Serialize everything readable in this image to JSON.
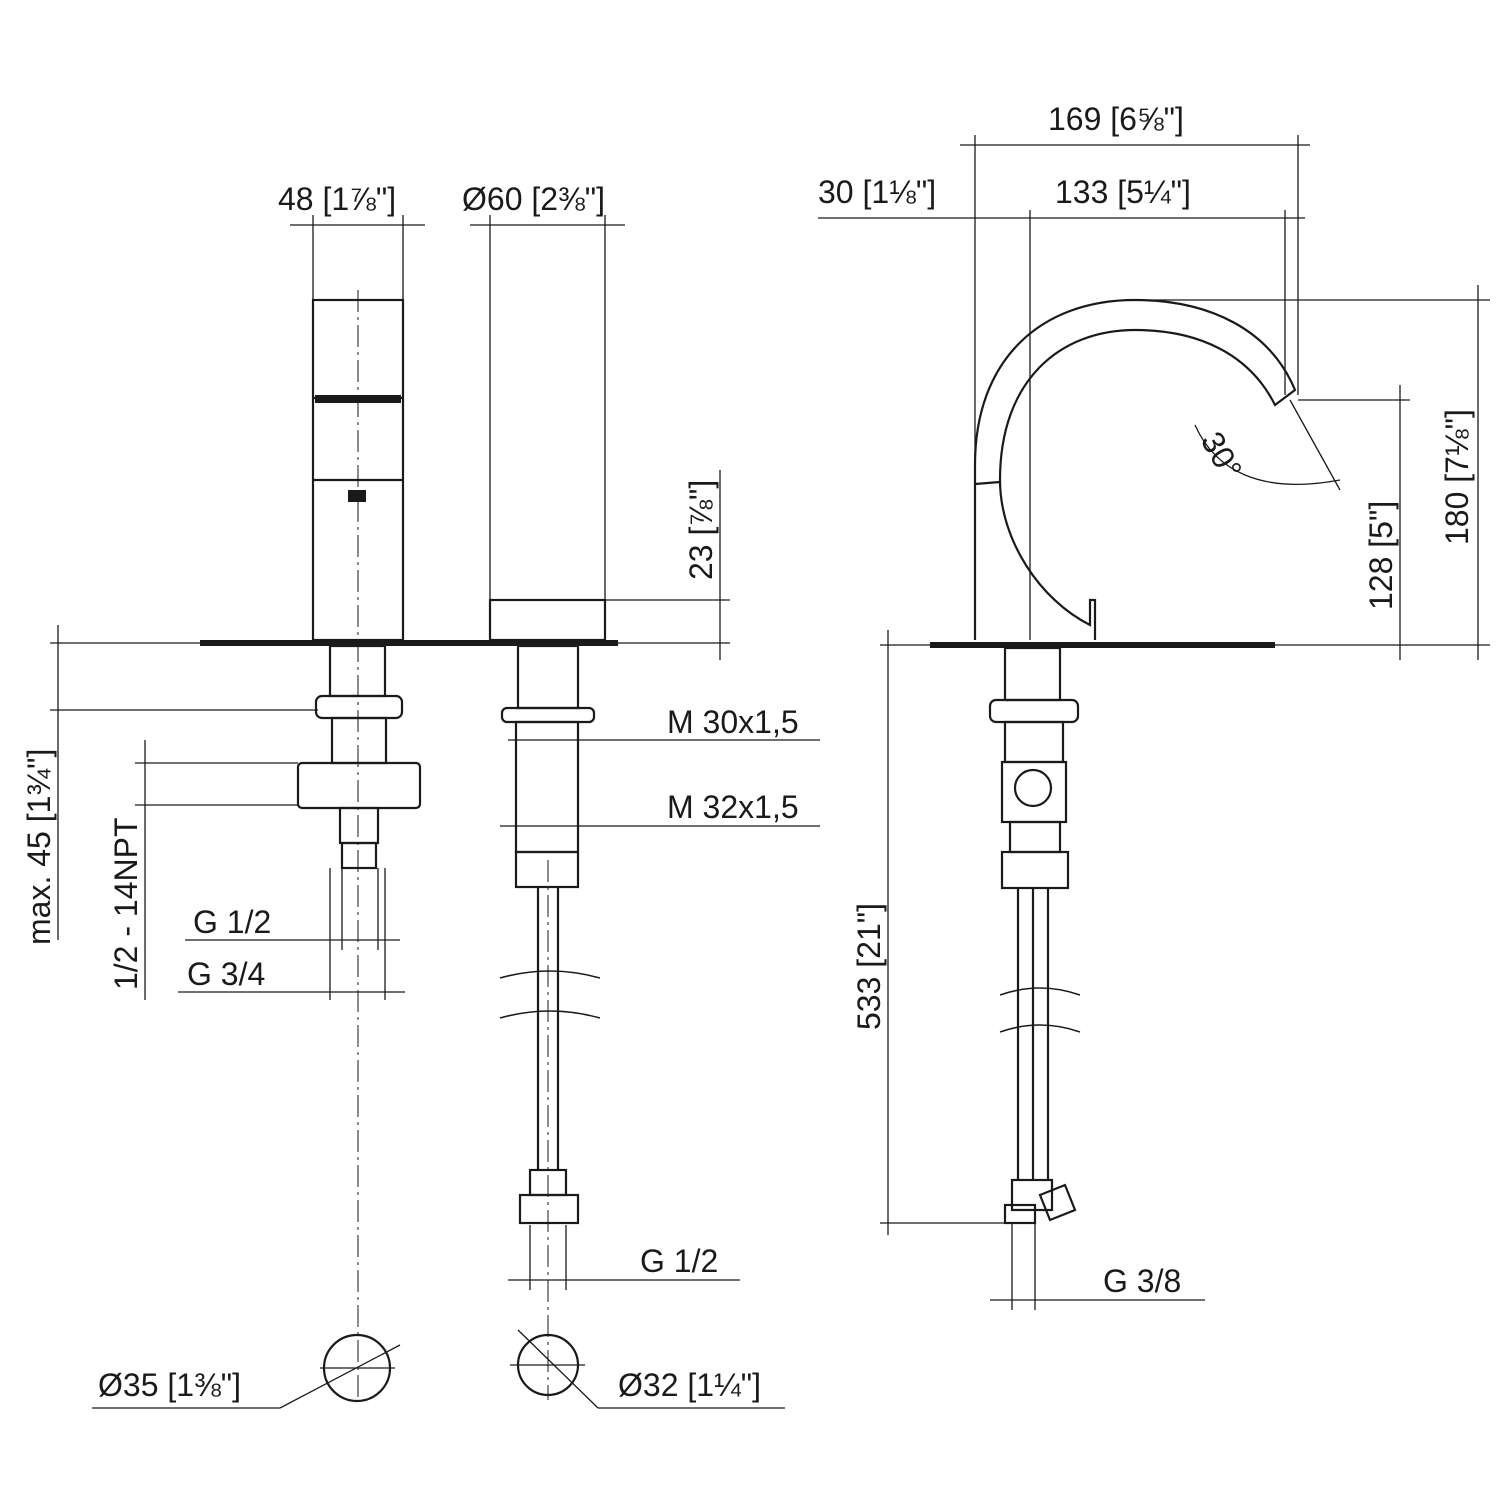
{
  "dimensions": {
    "handle_width": "48 [1⅞\"]",
    "cylinder_diameter": "Ø60 [2⅜\"]",
    "spout_reach_total": "169 [6⅝\"]",
    "body_offset": "30 [1⅛\"]",
    "spout_reach": "133 [5¼\"]",
    "cylinder_height": "23 [⅞\"]",
    "spout_angle": "30°",
    "outlet_height": "128 [5\"]",
    "total_height": "180 [7⅛\"]",
    "max_deck_thickness": "max. 45 [1¾\"]",
    "npt_thread": "1/2 - 14NPT",
    "g_half_left": "G 1/2",
    "g_three_quarter": "G 3/4",
    "m30": "M 30x1,5",
    "m32": "M 32x1,5",
    "hose_length": "533 [21\"]",
    "g_half_hose": "G 1/2",
    "g_three_eighth": "G 3/8",
    "hole_35": "Ø35 [1⅜\"]",
    "hole_32": "Ø32 [1¼\"]"
  }
}
